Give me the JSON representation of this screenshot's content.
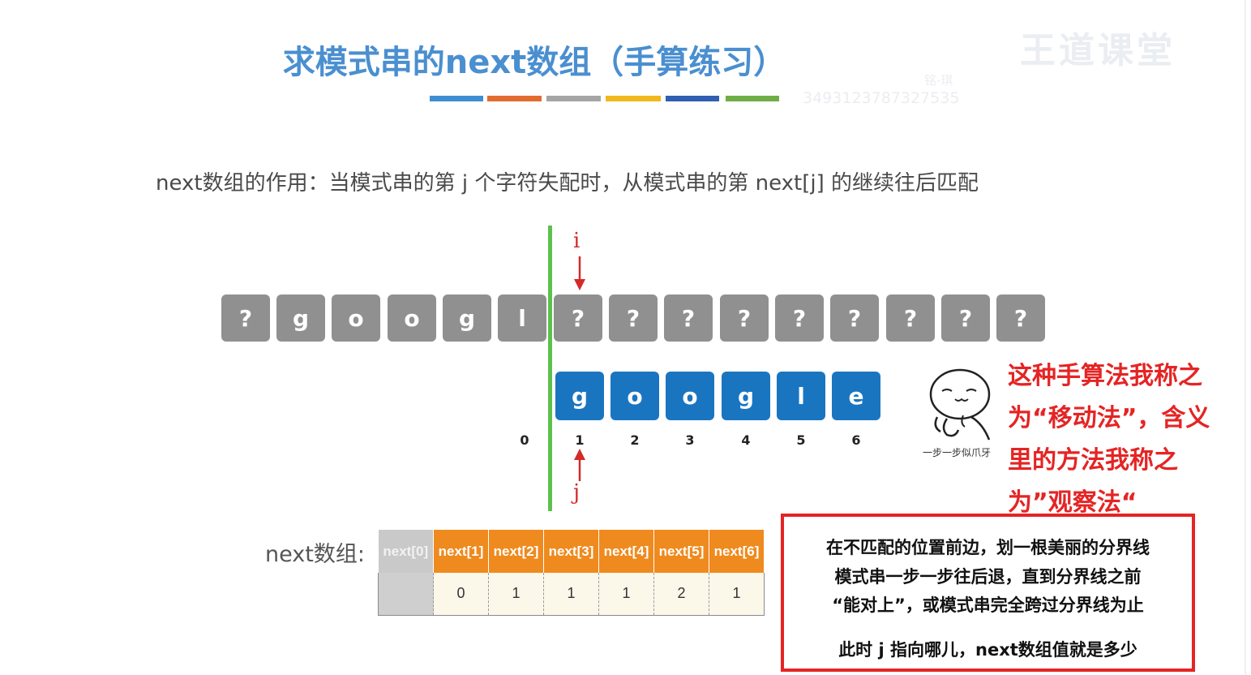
{
  "header": {
    "title": "求模式串的next数组（手算练习）",
    "color_bars": [
      "#3f8ed1",
      "#e26c2f",
      "#a5a5a5",
      "#f2b71c",
      "#2f5fb1",
      "#6fae45"
    ]
  },
  "watermark": {
    "logo_text": "王道课堂",
    "name": "铭-琪",
    "number": "3493123787327535"
  },
  "subtitle": "next数组的作用：当模式串的第 j 个字符失配时，从模式串的第 next[j] 的继续往后匹配",
  "main_string": [
    "?",
    "g",
    "o",
    "o",
    "g",
    "l",
    "?",
    "?",
    "?",
    "?",
    "?",
    "?",
    "?",
    "?",
    "?"
  ],
  "pattern": [
    "g",
    "o",
    "o",
    "g",
    "l",
    "e"
  ],
  "indices": [
    "0",
    "1",
    "2",
    "3",
    "4",
    "5",
    "6"
  ],
  "pointers": {
    "i": "i",
    "j": "j"
  },
  "next_table": {
    "label": "next数组:",
    "headers": [
      "next[0]",
      "next[1]",
      "next[2]",
      "next[3]",
      "next[4]",
      "next[5]",
      "next[6]"
    ],
    "values": [
      "",
      "0",
      "1",
      "1",
      "1",
      "2",
      "1"
    ]
  },
  "red_note": [
    "这种手算法我称之",
    "为“移动法”，含义",
    "里的方法我称之",
    "为”观察法“"
  ],
  "emoji_caption": "一步一步似爪牙",
  "method_box": {
    "lines": [
      "在不匹配的位置前边，划一根美丽的分界线",
      "模式串一步一步往后退，直到分界线之前",
      "“能对上”，或模式串完全跨过分界线为止",
      "此时 j 指向哪儿，next数组值就是多少"
    ]
  },
  "colors": {
    "title": "#4a8fd0",
    "text_cell": "#909090",
    "pattern_cell": "#1a75c1",
    "divider": "#5cc14d",
    "pointer": "#d42a2a",
    "table_header": "#ef8a1e",
    "note_red": "#e52424"
  }
}
